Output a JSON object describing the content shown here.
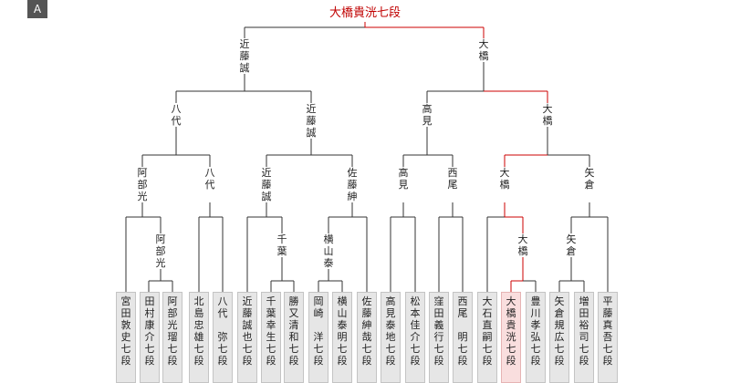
{
  "badge": "A",
  "colors": {
    "line": "#333333",
    "win": "#cc0000",
    "box": "#e6e6e6",
    "champ_box": "#f9dede"
  },
  "winner": "大橋貴洸七段",
  "rounds": {
    "final": [
      "近藤\n誠",
      "大\n橋"
    ],
    "semi": [
      "八\n代",
      "近藤\n誠",
      "高\n見",
      "大\n橋"
    ],
    "quarter": [
      "阿\n部\n光",
      "八\n代",
      "近\n藤\n誠",
      "佐\n藤\n紳",
      "高\n見",
      "西\n尾",
      "大\n橋",
      "矢\n倉"
    ],
    "round2": [
      "阿\n部\n光",
      "千\n葉",
      "横\n山\n泰",
      "大\n橋",
      "矢\n倉"
    ]
  },
  "players": [
    "宮\n田\n敦\n史\n七\n段",
    "田\n村\n康\n介\n七\n段",
    "阿\n部\n光\n瑠\n七\n段",
    "北\n島\n忠\n雄\n七\n段",
    "八\n代\n　\n弥\n七\n段",
    "近\n藤\n誠\n也\n七\n段",
    "千\n葉\n幸\n生\n七\n段",
    "勝\n又\n清\n和\n七\n段",
    "岡\n崎\n　\n洋\n七\n段",
    "横\n山\n泰\n明\n七\n段",
    "佐\n藤\n紳\n哉\n七\n段",
    "高\n見\n泰\n地\n七\n段",
    "松\n本\n佳\n介\n七\n段",
    "窪\n田\n義\n行\n七\n段",
    "西\n尾\n　\n明\n七\n段",
    "大\n石\n直\n嗣\n七\n段",
    "大\n橋\n貴\n洸\n七\n段",
    "豊\n川\n孝\n弘\n七\n段",
    "矢\n倉\n規\n広\n七\n段",
    "増\n田\n裕\n司\n七\n段",
    "平\n藤\n真\n吾\n七\n段"
  ]
}
